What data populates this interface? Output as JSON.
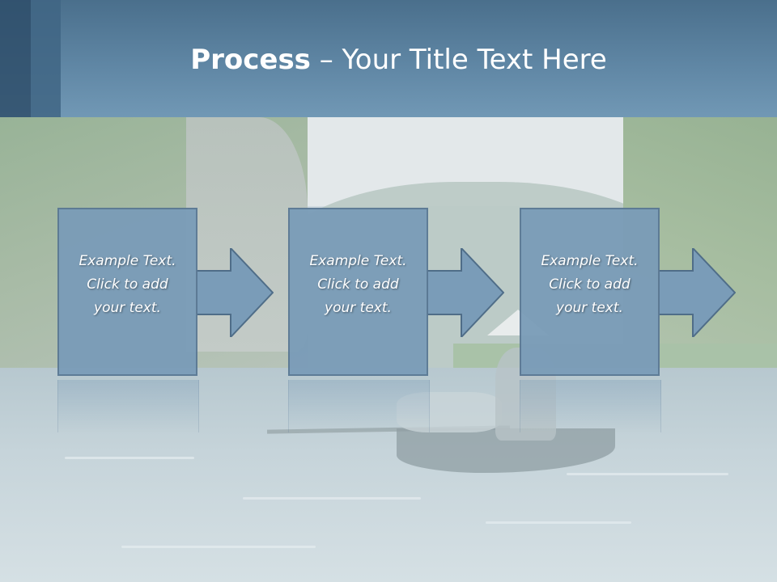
{
  "slide": {
    "title_bold": "Process",
    "title_rest": " – Your Title Text Here"
  },
  "steps": [
    {
      "line1": "Example Text.",
      "line2": "Click  to add",
      "line3": "your text."
    },
    {
      "line1": "Example Text.",
      "line2": "Click  to add",
      "line3": "your text."
    },
    {
      "line1": "Example Text.",
      "line2": "Click  to add",
      "line3": "your text."
    }
  ],
  "colors": {
    "header": "#5f86a4",
    "box_fill": "#7a9cb8",
    "box_border": "#5a7894",
    "text": "#ffffff"
  },
  "icons": [
    "right-arrow-icon"
  ]
}
